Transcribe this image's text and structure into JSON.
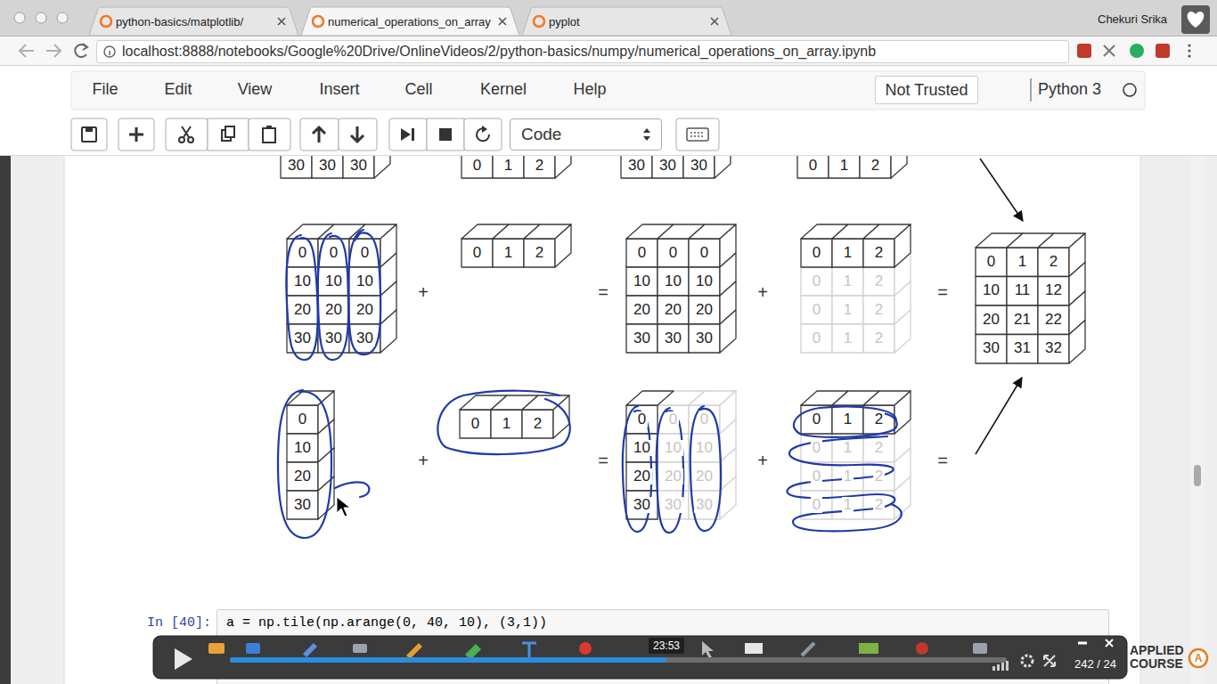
{
  "diagram": {
    "nodes": [
      {
        "text": [
          "python-basics/matplotlib/"
        ]
      },
      {
        "text": [
          "numerical_operations_on_array"
        ]
      },
      {
        "text": [
          "pyplot"
        ]
      },
      {
        "text": [
          "localhost:8888/notebooks/Google%20Drive/OnlineVideos/2/python-basics/numpy/numerical_operations_on_array.ipynb"
        ]
      },
      {
        "text": [
          "Not Trusted"
        ]
      },
      {
        "text": [
          "Code"
        ]
      },
      {
        "text": [
          "30",
          "30",
          "30"
        ]
      },
      {
        "text": [
          "0",
          "1",
          "2"
        ]
      },
      {
        "text": [
          "30",
          "30",
          "30"
        ]
      },
      {
        "text": [
          "0",
          "1",
          "2"
        ]
      },
      {
        "text": [
          "0",
          "0",
          "0",
          "10",
          "10",
          "10",
          "20",
          "20",
          "20",
          "30",
          "30",
          "30"
        ]
      },
      {
        "text": [
          "0",
          "1",
          "2"
        ]
      },
      {
        "text": [
          "0",
          "0",
          "0",
          "10",
          "10",
          "10",
          "20",
          "20",
          "20",
          "30",
          "30",
          "30"
        ]
      },
      {
        "text": [
          "0",
          "1",
          "2",
          "0",
          "1",
          "2",
          "0",
          "1",
          "2",
          "0",
          "1",
          "2"
        ]
      },
      {
        "text": [
          "0",
          "1",
          "2",
          "10",
          "11",
          "12",
          "20",
          "21",
          "22",
          "30",
          "31",
          "32"
        ]
      },
      {
        "text": [
          "0",
          "10",
          "20",
          "30"
        ]
      },
      {
        "text": [
          "0",
          "1",
          "2"
        ]
      },
      {
        "text": [
          "0",
          "0",
          "0",
          "10",
          "10",
          "10",
          "20",
          "20",
          "20",
          "30",
          "30",
          "30"
        ]
      },
      {
        "text": [
          "0",
          "1",
          "2",
          "0",
          "1",
          "2",
          "0",
          "1",
          "2",
          "0",
          "1",
          "2"
        ]
      },
      {
        "text": [
          "In [40]:",
          "a = np.tile(np.arange(0, 40, 10), (3,1))"
        ]
      },
      {
        "text": [
          "23:53"
        ]
      }
    ],
    "labels": [
      "Chekuri Srika",
      "File",
      "Edit",
      "View",
      "Insert",
      "Cell",
      "Kernel",
      "Help",
      "Python 3",
      "+",
      "=",
      "+",
      "=",
      "+",
      "=",
      "+",
      "=",
      "242 / 24",
      "APPLIED COURSE",
      "A"
    ]
  }
}
